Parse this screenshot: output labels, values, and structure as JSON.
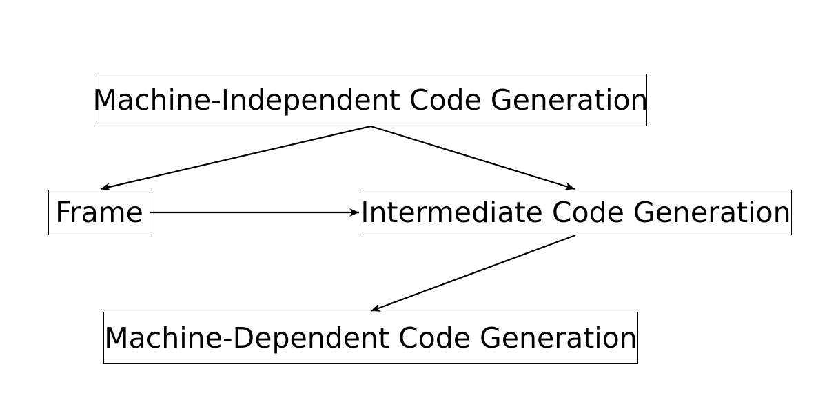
{
  "diagram": {
    "nodes": [
      {
        "id": "machine_independent",
        "label": "Machine-Independent Code Generation"
      },
      {
        "id": "frame",
        "label": "Frame"
      },
      {
        "id": "intermediate",
        "label": "Intermediate Code Generation"
      },
      {
        "id": "machine_dependent",
        "label": "Machine-Dependent Code Generation"
      }
    ],
    "edges": [
      {
        "from": "machine_independent",
        "to": "frame"
      },
      {
        "from": "machine_independent",
        "to": "intermediate"
      },
      {
        "from": "frame",
        "to": "intermediate"
      },
      {
        "from": "intermediate",
        "to": "machine_dependent"
      }
    ],
    "colors": {
      "stroke": "#000000",
      "text": "#000000",
      "background": "#ffffff"
    }
  }
}
